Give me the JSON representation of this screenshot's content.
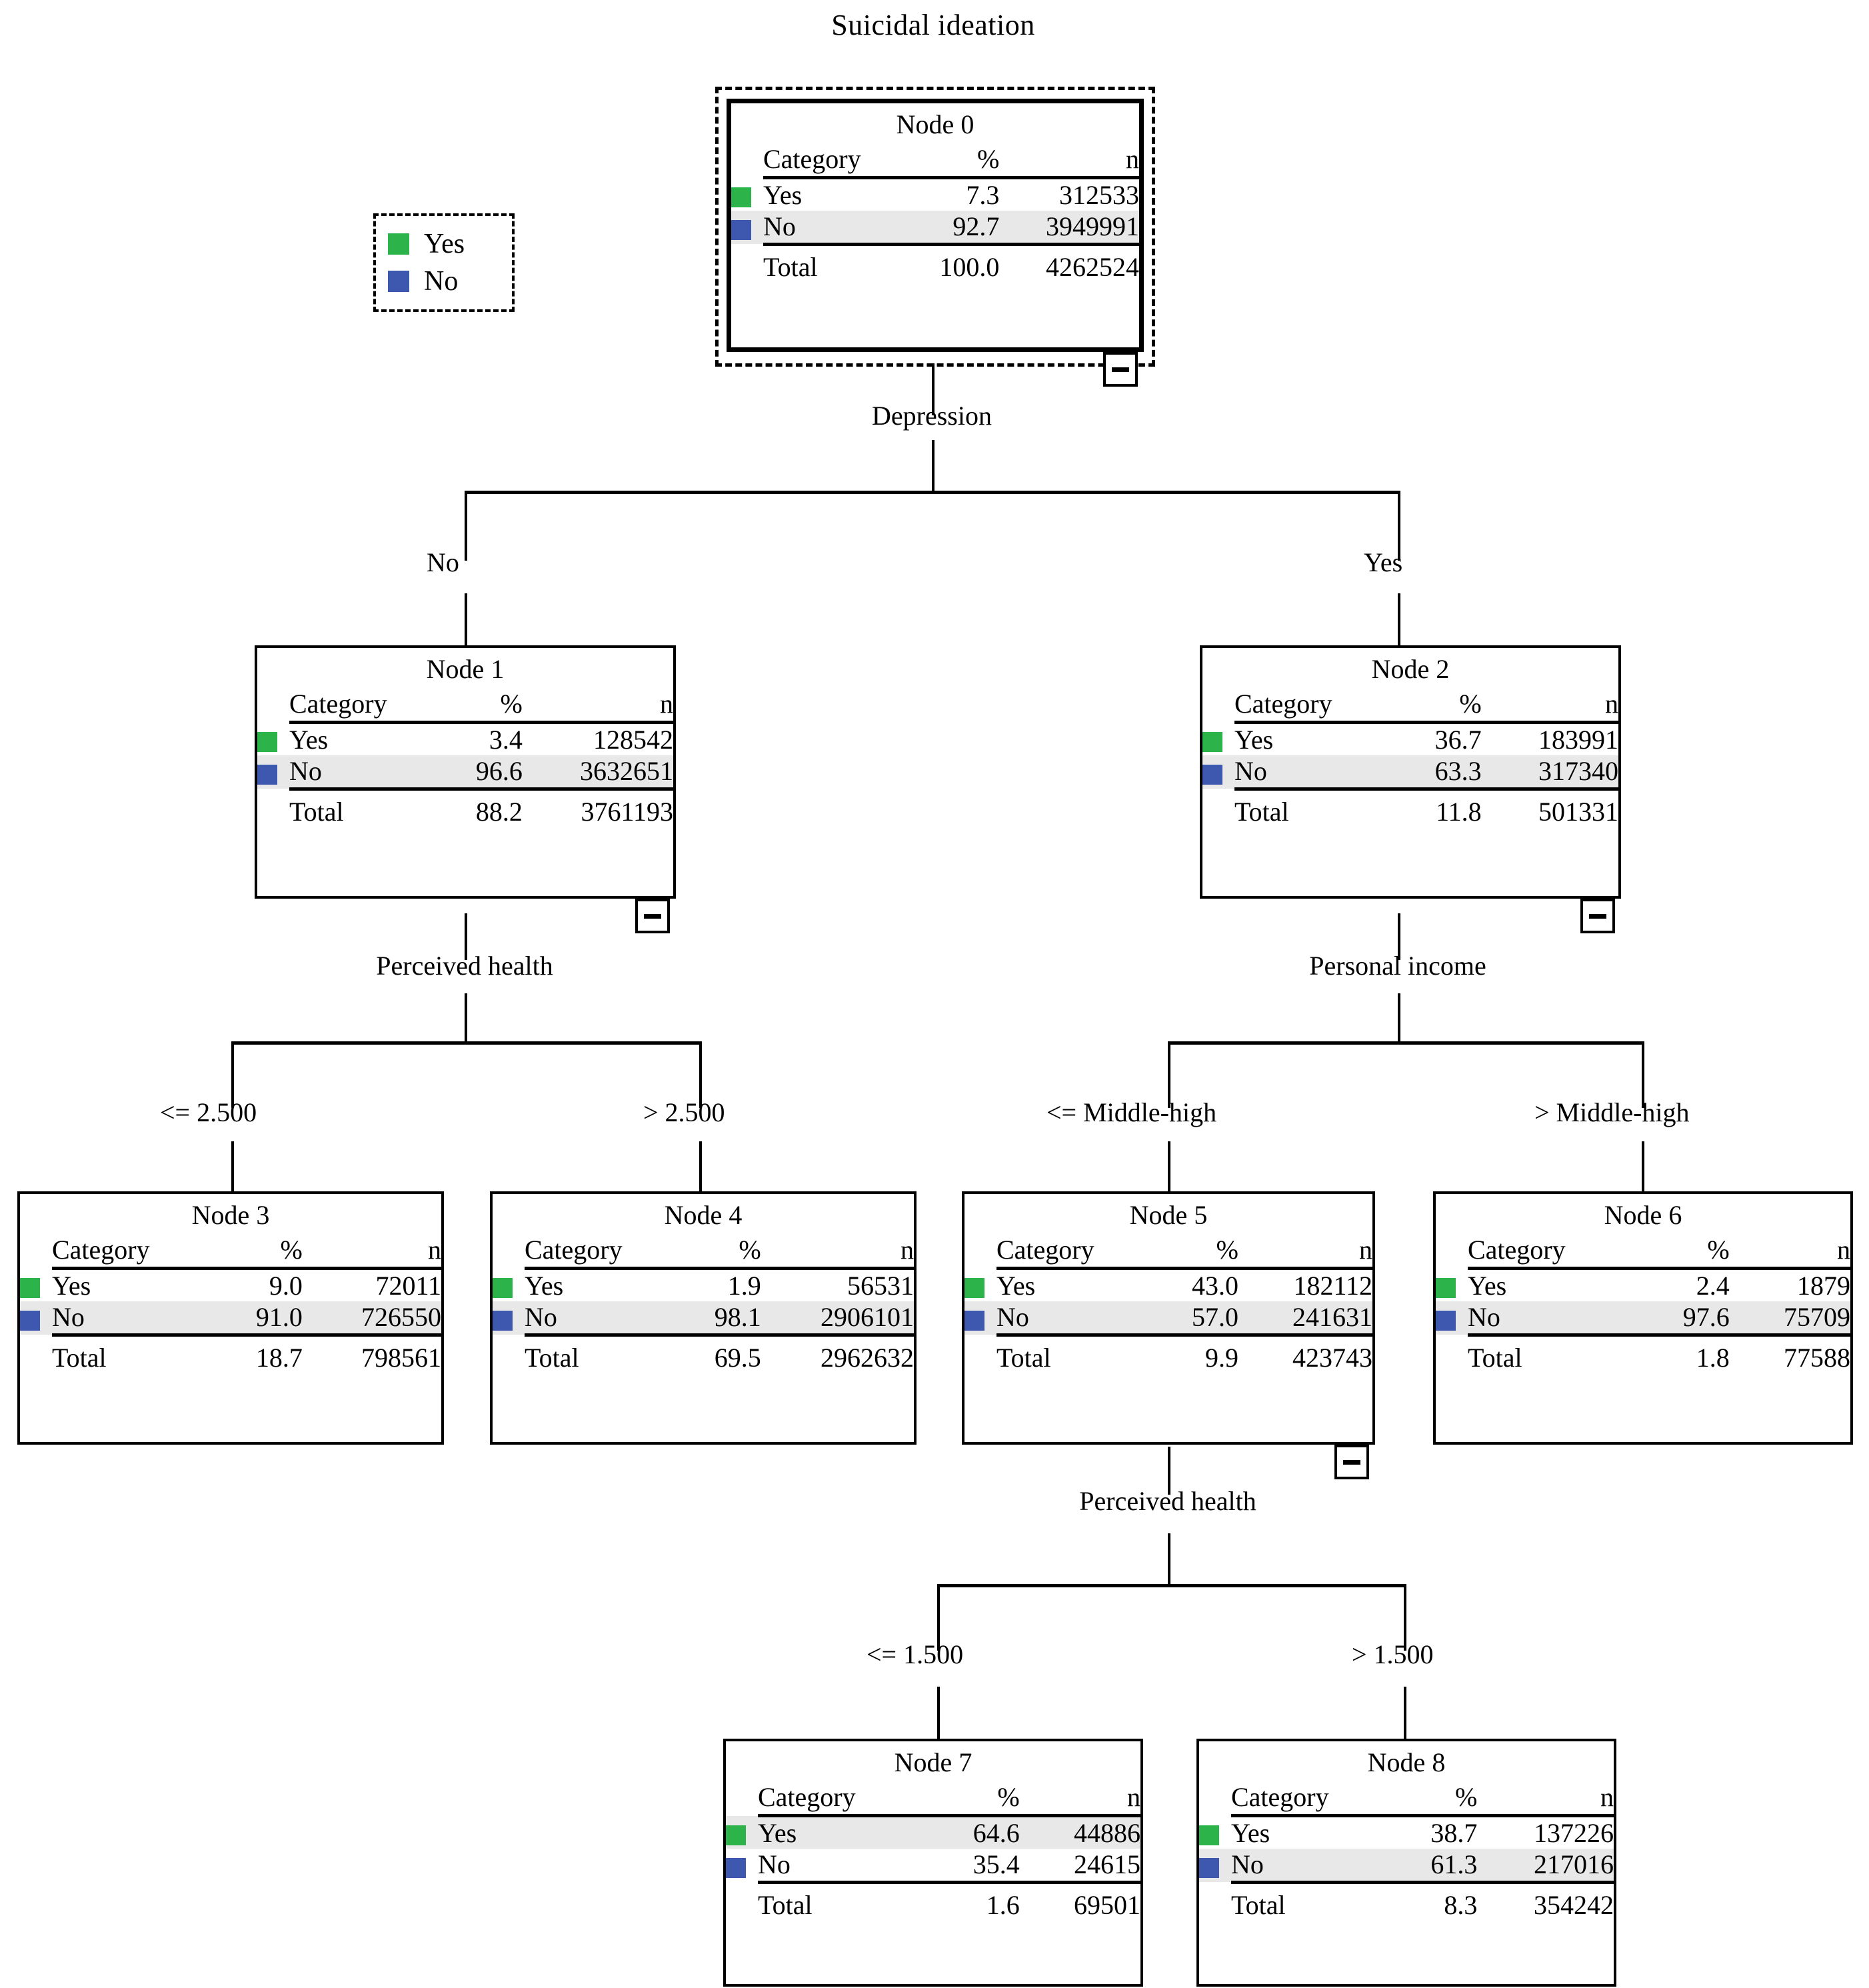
{
  "title": "Suicidal ideation",
  "colors": {
    "yes": "#2CB34A",
    "no": "#3D58AE",
    "highlight_row": "#e8e8e8",
    "line": "#000000"
  },
  "legend": {
    "items": [
      {
        "label": "Yes",
        "color_key": "yes"
      },
      {
        "label": "No",
        "color_key": "no"
      }
    ]
  },
  "table_headers": {
    "category": "Category",
    "percent": "%",
    "n": "n",
    "total": "Total"
  },
  "splits": [
    {
      "id": "split-root",
      "variable": "Depression",
      "left_label": "No",
      "right_label": "Yes"
    },
    {
      "id": "split-node1",
      "variable": "Perceived health",
      "left_label": "<= 2.500",
      "right_label": "> 2.500"
    },
    {
      "id": "split-node2",
      "variable": "Personal income",
      "left_label": "<= Middle-high",
      "right_label": "> Middle-high"
    },
    {
      "id": "split-node5",
      "variable": "Perceived health",
      "left_label": "<= 1.500",
      "right_label": "> 1.500"
    }
  ],
  "nodes": [
    {
      "id": "node-0",
      "title": "Node 0",
      "selected": true,
      "collapsible": true,
      "rows": [
        {
          "category": "Yes",
          "percent": "7.3",
          "n": "312533",
          "color_key": "yes",
          "highlight": false
        },
        {
          "category": "No",
          "percent": "92.7",
          "n": "3949991",
          "color_key": "no",
          "highlight": true
        }
      ],
      "total": {
        "percent": "100.0",
        "n": "4262524"
      }
    },
    {
      "id": "node-1",
      "title": "Node 1",
      "selected": false,
      "collapsible": true,
      "rows": [
        {
          "category": "Yes",
          "percent": "3.4",
          "n": "128542",
          "color_key": "yes",
          "highlight": false
        },
        {
          "category": "No",
          "percent": "96.6",
          "n": "3632651",
          "color_key": "no",
          "highlight": true
        }
      ],
      "total": {
        "percent": "88.2",
        "n": "3761193"
      }
    },
    {
      "id": "node-2",
      "title": "Node 2",
      "selected": false,
      "collapsible": true,
      "rows": [
        {
          "category": "Yes",
          "percent": "36.7",
          "n": "183991",
          "color_key": "yes",
          "highlight": false
        },
        {
          "category": "No",
          "percent": "63.3",
          "n": "317340",
          "color_key": "no",
          "highlight": true
        }
      ],
      "total": {
        "percent": "11.8",
        "n": "501331"
      }
    },
    {
      "id": "node-3",
      "title": "Node 3",
      "selected": false,
      "collapsible": false,
      "rows": [
        {
          "category": "Yes",
          "percent": "9.0",
          "n": "72011",
          "color_key": "yes",
          "highlight": false
        },
        {
          "category": "No",
          "percent": "91.0",
          "n": "726550",
          "color_key": "no",
          "highlight": true
        }
      ],
      "total": {
        "percent": "18.7",
        "n": "798561"
      }
    },
    {
      "id": "node-4",
      "title": "Node 4",
      "selected": false,
      "collapsible": false,
      "rows": [
        {
          "category": "Yes",
          "percent": "1.9",
          "n": "56531",
          "color_key": "yes",
          "highlight": false
        },
        {
          "category": "No",
          "percent": "98.1",
          "n": "2906101",
          "color_key": "no",
          "highlight": true
        }
      ],
      "total": {
        "percent": "69.5",
        "n": "2962632"
      }
    },
    {
      "id": "node-5",
      "title": "Node 5",
      "selected": false,
      "collapsible": true,
      "rows": [
        {
          "category": "Yes",
          "percent": "43.0",
          "n": "182112",
          "color_key": "yes",
          "highlight": false
        },
        {
          "category": "No",
          "percent": "57.0",
          "n": "241631",
          "color_key": "no",
          "highlight": true
        }
      ],
      "total": {
        "percent": "9.9",
        "n": "423743"
      }
    },
    {
      "id": "node-6",
      "title": "Node 6",
      "selected": false,
      "collapsible": false,
      "rows": [
        {
          "category": "Yes",
          "percent": "2.4",
          "n": "1879",
          "color_key": "yes",
          "highlight": false
        },
        {
          "category": "No",
          "percent": "97.6",
          "n": "75709",
          "color_key": "no",
          "highlight": true
        }
      ],
      "total": {
        "percent": "1.8",
        "n": "77588"
      }
    },
    {
      "id": "node-7",
      "title": "Node 7",
      "selected": false,
      "collapsible": false,
      "rows": [
        {
          "category": "Yes",
          "percent": "64.6",
          "n": "44886",
          "color_key": "yes",
          "highlight": true
        },
        {
          "category": "No",
          "percent": "35.4",
          "n": "24615",
          "color_key": "no",
          "highlight": false
        }
      ],
      "total": {
        "percent": "1.6",
        "n": "69501"
      }
    },
    {
      "id": "node-8",
      "title": "Node 8",
      "selected": false,
      "collapsible": false,
      "rows": [
        {
          "category": "Yes",
          "percent": "38.7",
          "n": "137226",
          "color_key": "yes",
          "highlight": false
        },
        {
          "category": "No",
          "percent": "61.3",
          "n": "217016",
          "color_key": "no",
          "highlight": true
        }
      ],
      "total": {
        "percent": "8.3",
        "n": "354242"
      }
    }
  ],
  "chart_data": {
    "type": "tree",
    "title": "Suicidal ideation",
    "target_categories": [
      "Yes",
      "No"
    ],
    "tree": {
      "node": "Node 0",
      "pct_yes": 7.3,
      "n_yes": 312533,
      "pct_no": 92.7,
      "n_no": 3949991,
      "total_pct": 100.0,
      "total_n": 4262524,
      "split_variable": "Depression",
      "children": [
        {
          "node": "Node 1",
          "edge": "No",
          "pct_yes": 3.4,
          "n_yes": 128542,
          "pct_no": 96.6,
          "n_no": 3632651,
          "total_pct": 88.2,
          "total_n": 3761193,
          "split_variable": "Perceived health",
          "children": [
            {
              "node": "Node 3",
              "edge": "<= 2.500",
              "pct_yes": 9.0,
              "n_yes": 72011,
              "pct_no": 91.0,
              "n_no": 726550,
              "total_pct": 18.7,
              "total_n": 798561
            },
            {
              "node": "Node 4",
              "edge": "> 2.500",
              "pct_yes": 1.9,
              "n_yes": 56531,
              "pct_no": 98.1,
              "n_no": 2906101,
              "total_pct": 69.5,
              "total_n": 2962632
            }
          ]
        },
        {
          "node": "Node 2",
          "edge": "Yes",
          "pct_yes": 36.7,
          "n_yes": 183991,
          "pct_no": 63.3,
          "n_no": 317340,
          "total_pct": 11.8,
          "total_n": 501331,
          "split_variable": "Personal income",
          "children": [
            {
              "node": "Node 5",
              "edge": "<= Middle-high",
              "pct_yes": 43.0,
              "n_yes": 182112,
              "pct_no": 57.0,
              "n_no": 241631,
              "total_pct": 9.9,
              "total_n": 423743,
              "split_variable": "Perceived health",
              "children": [
                {
                  "node": "Node 7",
                  "edge": "<= 1.500",
                  "pct_yes": 64.6,
                  "n_yes": 44886,
                  "pct_no": 35.4,
                  "n_no": 24615,
                  "total_pct": 1.6,
                  "total_n": 69501
                },
                {
                  "node": "Node 8",
                  "edge": "> 1.500",
                  "pct_yes": 38.7,
                  "n_yes": 137226,
                  "pct_no": 61.3,
                  "n_no": 217016,
                  "total_pct": 8.3,
                  "total_n": 354242
                }
              ]
            },
            {
              "node": "Node 6",
              "edge": "> Middle-high",
              "pct_yes": 2.4,
              "n_yes": 1879,
              "pct_no": 97.6,
              "n_no": 75709,
              "total_pct": 1.8,
              "total_n": 77588
            }
          ]
        }
      ]
    }
  }
}
